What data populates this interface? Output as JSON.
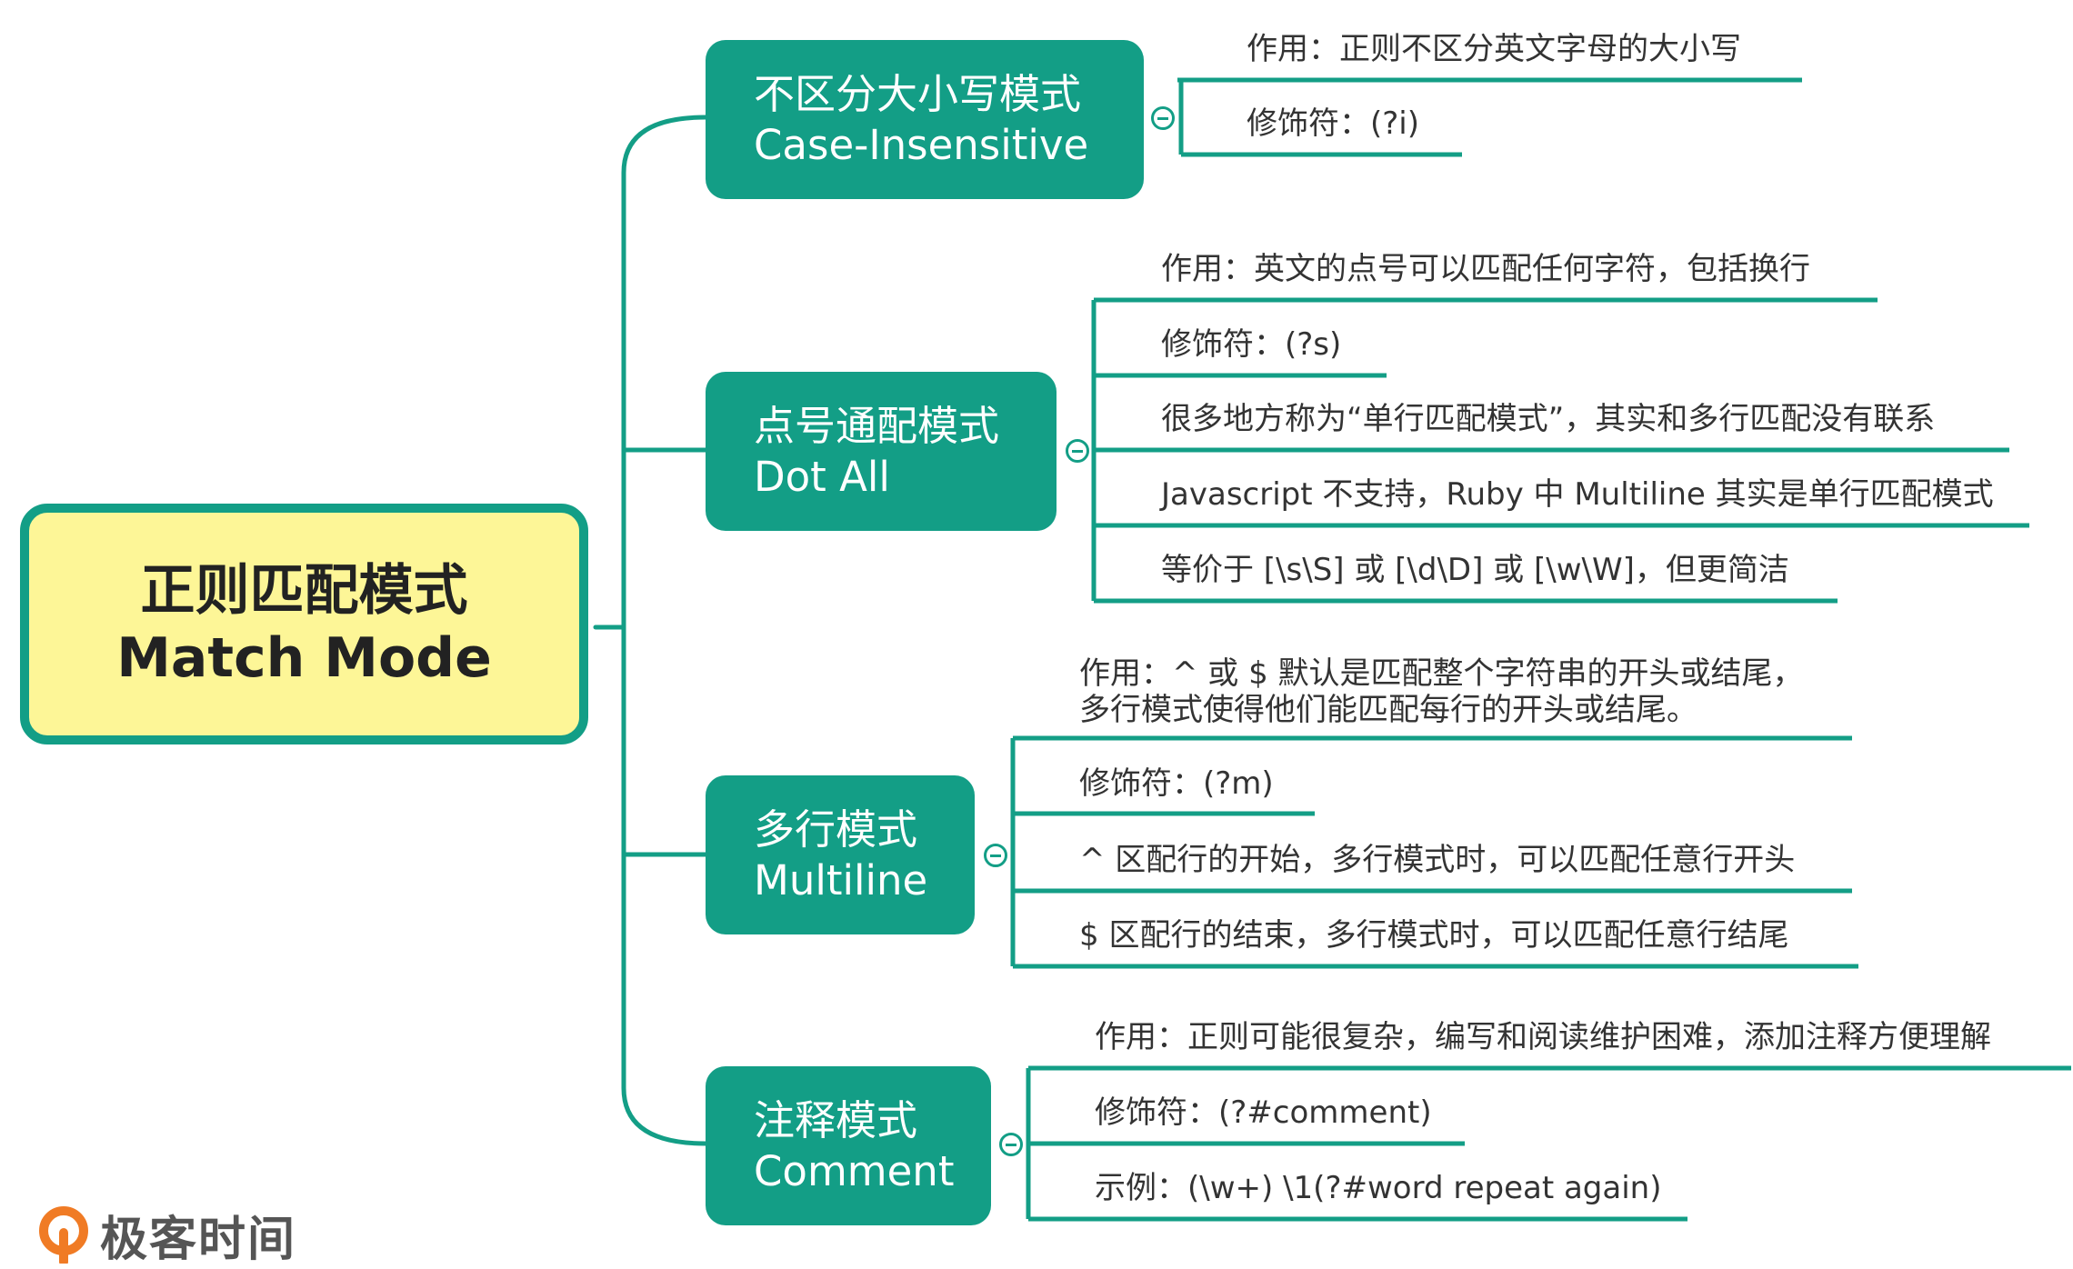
{
  "colors": {
    "accent": "#139e86",
    "root_fill": "#fdf697",
    "logo_orange": "#f07b25"
  },
  "root": {
    "line1": "正则匹配模式",
    "line2": "Match Mode"
  },
  "branches": [
    {
      "title": "不区分大小写模式",
      "subtitle": "Case-Insensitive",
      "items": [
        "作用：正则不区分英文字母的大小写",
        "修饰符：(?i)"
      ]
    },
    {
      "title": "点号通配模式",
      "subtitle": "Dot All",
      "items": [
        "作用：英文的点号可以匹配任何字符，包括换行",
        "修饰符：(?s)",
        "很多地方称为“单行匹配模式”，其实和多行匹配没有联系",
        "Javascript 不支持，Ruby 中 Multiline 其实是单行匹配模式",
        "等价于 [\\s\\S] 或 [\\d\\D] 或 [\\w\\W]，但更简洁"
      ]
    },
    {
      "title": "多行模式",
      "subtitle": "Multiline",
      "items": [
        {
          "line1": "作用：^ 或 $ 默认是匹配整个字符串的开头或结尾，",
          "line2": "多行模式使得他们能匹配每行的开头或结尾。"
        },
        "修饰符：(?m)",
        "^ 区配行的开始，多行模式时，可以匹配任意行开头",
        "$ 区配行的结束，多行模式时，可以匹配任意行结尾"
      ]
    },
    {
      "title": "注释模式",
      "subtitle": "Comment",
      "items": [
        "作用：正则可能很复杂，编写和阅读维护困难，添加注释方便理解",
        "修饰符：(?#comment)",
        "示例：(\\w+) \\1(?#word repeat again)"
      ]
    }
  ],
  "logo": {
    "text": "极客时间",
    "icon": "geektime-logo-icon"
  }
}
